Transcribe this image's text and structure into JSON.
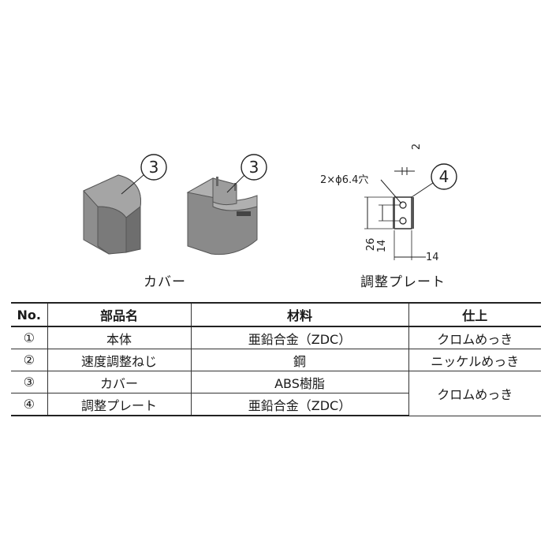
{
  "drawings": {
    "callout_cover_1": "3",
    "callout_cover_2": "3",
    "callout_plate": "4",
    "cover_caption": "カバー",
    "plate_caption": "調整プレート",
    "hole_label": "2×ϕ6.4穴",
    "dim_thickness": "2",
    "dim_height_outer": "26",
    "dim_height_inner": "14",
    "dim_width": "14"
  },
  "table": {
    "headers": [
      "No.",
      "部品名",
      "材料",
      "仕上"
    ],
    "rows": [
      {
        "no": "①",
        "name": "本体",
        "material": "亜鉛合金（ZDC）",
        "finish": "クロムめっき"
      },
      {
        "no": "②",
        "name": "速度調整ねじ",
        "material": "鋼",
        "finish": "ニッケルめっき"
      },
      {
        "no": "③",
        "name": "カバー",
        "material": "ABS樹脂",
        "finish": "クロムめっき"
      },
      {
        "no": "④",
        "name": "調整プレート",
        "material": "亜鉛合金（ZDC）",
        "finish": ""
      }
    ]
  },
  "colors": {
    "part_gray": "#8c8c8c",
    "part_dark": "#6e6e6e",
    "line": "#222222"
  }
}
